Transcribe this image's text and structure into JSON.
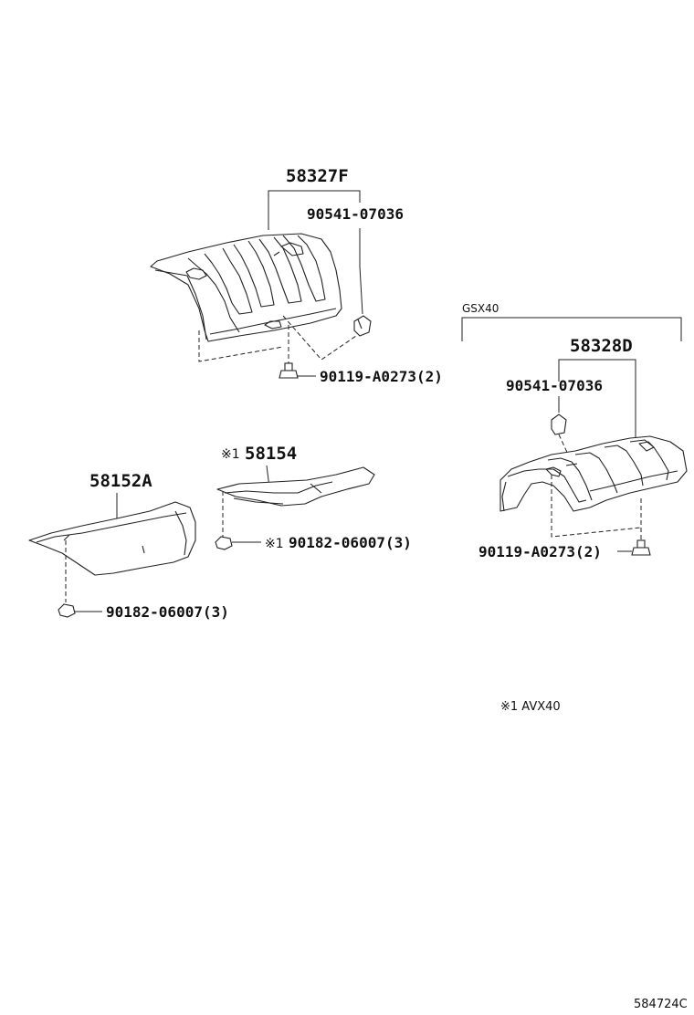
{
  "labels": {
    "p58327F": "58327F",
    "p90541_a": "90541-07036",
    "p90119_a": "90119-A0273(2)",
    "gsx40": "GSX40",
    "p58328D": "58328D",
    "p90541_b": "90541-07036",
    "p90119_b": "90119-A0273(2)",
    "mark_58154": "※1",
    "p58154": "58154",
    "mark_90182": "※1",
    "p90182_a": "90182-06007(3)",
    "p58152A": "58152A",
    "p90182_b": "90182-06007(3)",
    "legend": "※1 AVX40",
    "diagram_id": "584724C"
  }
}
